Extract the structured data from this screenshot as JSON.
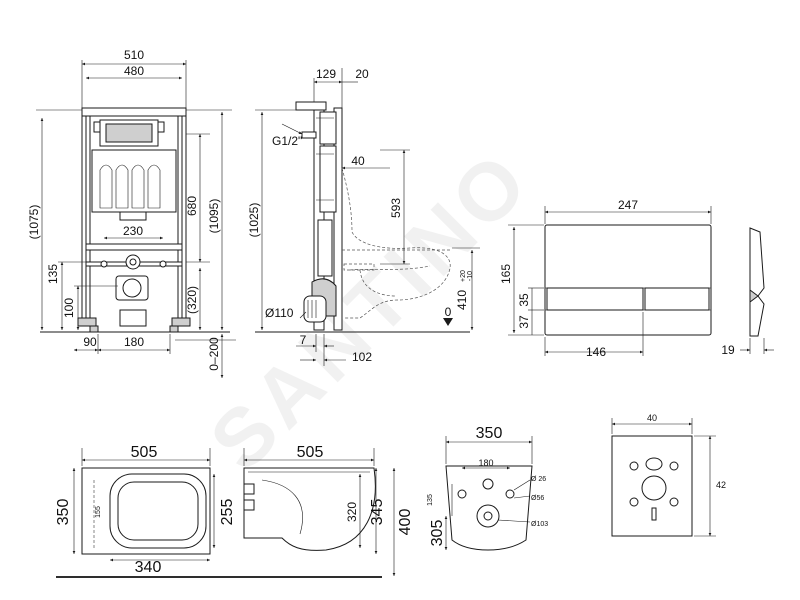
{
  "frame": {
    "width_outer": "510",
    "width_inner": "480",
    "height_total": "(1075)",
    "height_680": "680",
    "height_1095": "(1095)",
    "width_230": "230",
    "height_135": "135",
    "height_100": "100",
    "height_320": "(320)",
    "bottom_90": "90",
    "bottom_180": "180",
    "adjust_range": "0–200"
  },
  "side": {
    "depth_129": "129",
    "depth_20": "20",
    "inlet": "G1/2\"",
    "offset_40": "40",
    "height_593": "593",
    "height_1025": "(1025)",
    "height_410": "410",
    "tol_plus": "+20",
    "tol_minus": "-10",
    "pipe": "Ø110",
    "offset_7": "7",
    "offset_102": "102",
    "floor_mark": "0"
  },
  "plate": {
    "width": "247",
    "height": "165",
    "h35": "35",
    "h37": "37",
    "w146": "146",
    "depth": "19"
  },
  "bowl_top": {
    "length": "505",
    "width": "350",
    "inner_w": "255",
    "inner_l": "340",
    "seat": "155"
  },
  "bowl_side": {
    "length": "505",
    "h320": "320",
    "h345": "345",
    "h400": "400"
  },
  "bowl_back": {
    "width": "350",
    "spacing": "180",
    "d26": "Ø 26",
    "d56": "Ø56",
    "d103": "Ø103",
    "h135": "135",
    "h305": "305"
  },
  "pad": {
    "width": "40",
    "height": "42"
  },
  "watermark": "SANTINO"
}
